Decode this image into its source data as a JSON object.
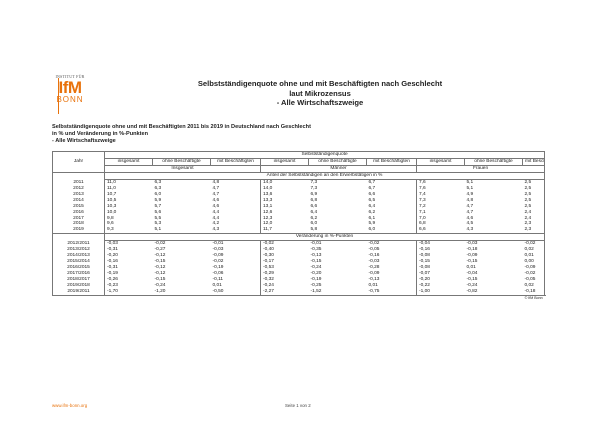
{
  "logo": {
    "topline": "INSTITUT FÜR",
    "ifm": "IfM",
    "bonn": "BONN"
  },
  "title": {
    "line1": "Selbstständigenquote ohne und mit Beschäftigten nach Geschlecht",
    "line2": "laut Mikrozensus",
    "line3": "- Alle Wirtschaftszweige"
  },
  "subtitle": {
    "line1": "Selbstständigenquote ohne und mit Beschäftigten 2011 bis 2019 in Deutschland nach Geschlecht",
    "line2": "in % und Veränderung in %-Punkten",
    "line3": "- Alle Wirtschaftszweige"
  },
  "table": {
    "group_header": "Selbstständigenquote",
    "year_header": "Jahr",
    "col_labels": [
      "insgesamt",
      "ohne Beschäftigte",
      "mit Beschäftigten",
      "insgesamt",
      "ohne Beschäftigte",
      "mit Beschäftigten",
      "insgesamt",
      "ohne Beschäftigte",
      "mit Beschäftigten"
    ],
    "gender_labels": [
      "Insgesamt",
      "Männer",
      "Frauen"
    ],
    "section1_label": "Anteil der Selbstständigen an den Erwerbstätigen in %",
    "section1_rows": [
      [
        "2011",
        "11,0",
        "6,3",
        "4,8",
        "14,0",
        "7,3",
        "6,7",
        "7,6",
        "5,1",
        "2,5"
      ],
      [
        "2012",
        "11,0",
        "6,3",
        "4,7",
        "14,0",
        "7,3",
        "6,7",
        "7,6",
        "5,1",
        "2,5"
      ],
      [
        "2013",
        "10,7",
        "6,0",
        "4,7",
        "13,6",
        "6,9",
        "6,6",
        "7,4",
        "4,9",
        "2,5"
      ],
      [
        "2014",
        "10,5",
        "5,9",
        "4,6",
        "13,3",
        "6,8",
        "6,5",
        "7,3",
        "4,8",
        "2,5"
      ],
      [
        "2015",
        "10,3",
        "5,7",
        "4,6",
        "13,1",
        "6,6",
        "6,4",
        "7,2",
        "4,7",
        "2,5"
      ],
      [
        "2016",
        "10,0",
        "5,6",
        "4,4",
        "12,6",
        "6,4",
        "6,2",
        "7,1",
        "4,7",
        "2,4"
      ],
      [
        "2017",
        "9,8",
        "5,5",
        "4,4",
        "12,3",
        "6,2",
        "6,1",
        "7,0",
        "4,6",
        "2,4"
      ],
      [
        "2018",
        "9,6",
        "5,3",
        "4,2",
        "12,0",
        "6,0",
        "5,9",
        "6,8",
        "4,5",
        "2,3"
      ],
      [
        "2019",
        "9,3",
        "5,1",
        "4,3",
        "11,7",
        "5,8",
        "6,0",
        "6,6",
        "4,3",
        "2,3"
      ]
    ],
    "section2_label": "Veränderung in %-Punkten",
    "section2_rows": [
      [
        "2012/2011",
        "-0,03",
        "-0,02",
        "-0,01",
        "-0,02",
        "-0,01",
        "-0,02",
        "-0,04",
        "-0,03",
        "-0,02"
      ],
      [
        "2013/2012",
        "-0,31",
        "-0,27",
        "-0,03",
        "-0,40",
        "-0,35",
        "-0,05",
        "-0,16",
        "-0,18",
        "0,02"
      ],
      [
        "2014/2013",
        "-0,20",
        "-0,12",
        "-0,09",
        "-0,30",
        "-0,13",
        "-0,16",
        "-0,08",
        "-0,09",
        "0,01"
      ],
      [
        "2015/2014",
        "-0,16",
        "-0,15",
        "-0,02",
        "-0,17",
        "-0,15",
        "-0,03",
        "-0,15",
        "-0,15",
        "0,00"
      ],
      [
        "2016/2015",
        "-0,31",
        "-0,12",
        "-0,19",
        "-0,53",
        "-0,24",
        "-0,28",
        "-0,08",
        "0,01",
        "-0,09"
      ],
      [
        "2017/2016",
        "-0,19",
        "-0,12",
        "-0,06",
        "-0,29",
        "-0,20",
        "-0,09",
        "-0,07",
        "-0,04",
        "-0,02"
      ],
      [
        "2018/2017",
        "-0,26",
        "-0,15",
        "-0,11",
        "-0,32",
        "-0,19",
        "-0,13",
        "-0,20",
        "-0,15",
        "-0,05"
      ],
      [
        "2019/2018",
        "-0,23",
        "-0,24",
        "0,01",
        "-0,24",
        "-0,25",
        "0,01",
        "-0,22",
        "-0,24",
        "0,02"
      ],
      [
        "2019/2011",
        "-1,70",
        "-1,20",
        "-0,50",
        "-2,27",
        "-1,52",
        "-0,75",
        "-1,00",
        "-0,82",
        "-0,18"
      ]
    ],
    "source": "© IfM Bonn"
  },
  "footer": {
    "link": "www.ifm-bonn.org",
    "page": "Seite 1 von 2"
  }
}
